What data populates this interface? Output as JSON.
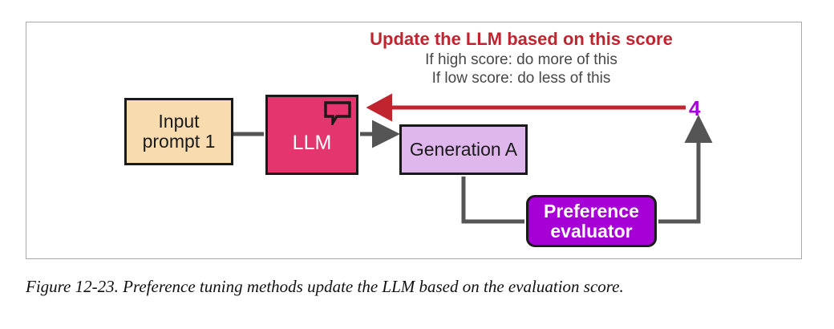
{
  "figure": {
    "caption": "Figure 12-23. Preference tuning methods update the LLM based on the evaluation score."
  },
  "annotation": {
    "title": "Update the LLM based on this score",
    "line_high": "If high score: do more of this",
    "line_low": "If low score: do less of this",
    "title_color": "#c0252f",
    "sub_color": "#474747"
  },
  "nodes": {
    "input_prompt": {
      "label": "Input\nprompt 1",
      "label_line1": "Input",
      "label_line2": "prompt 1",
      "fill": "#f8dcb0",
      "stroke": "#1a1a1a",
      "text_color": "#1a1a1a"
    },
    "llm": {
      "label": "LLM",
      "fill": "#e5356e",
      "stroke": "#1a1a1a",
      "text_color": "#ffffff",
      "icon": "speech-bubble-icon"
    },
    "generation_a": {
      "label": "Generation A",
      "fill": "#e0b7ec",
      "stroke": "#1a1a1a",
      "text_color": "#1a1a1a"
    },
    "preference_evaluator": {
      "label_line1": "Preference",
      "label_line2": "evaluator",
      "fill": "#a600d6",
      "stroke": "#1a1a1a",
      "text_color": "#ffffff"
    }
  },
  "score": {
    "value": "4",
    "color": "#a600d6"
  },
  "edges": {
    "feedback_arrow_color": "#c0252f",
    "flow_arrow_color": "#555555",
    "frame_border_color": "#a8a8a8"
  }
}
